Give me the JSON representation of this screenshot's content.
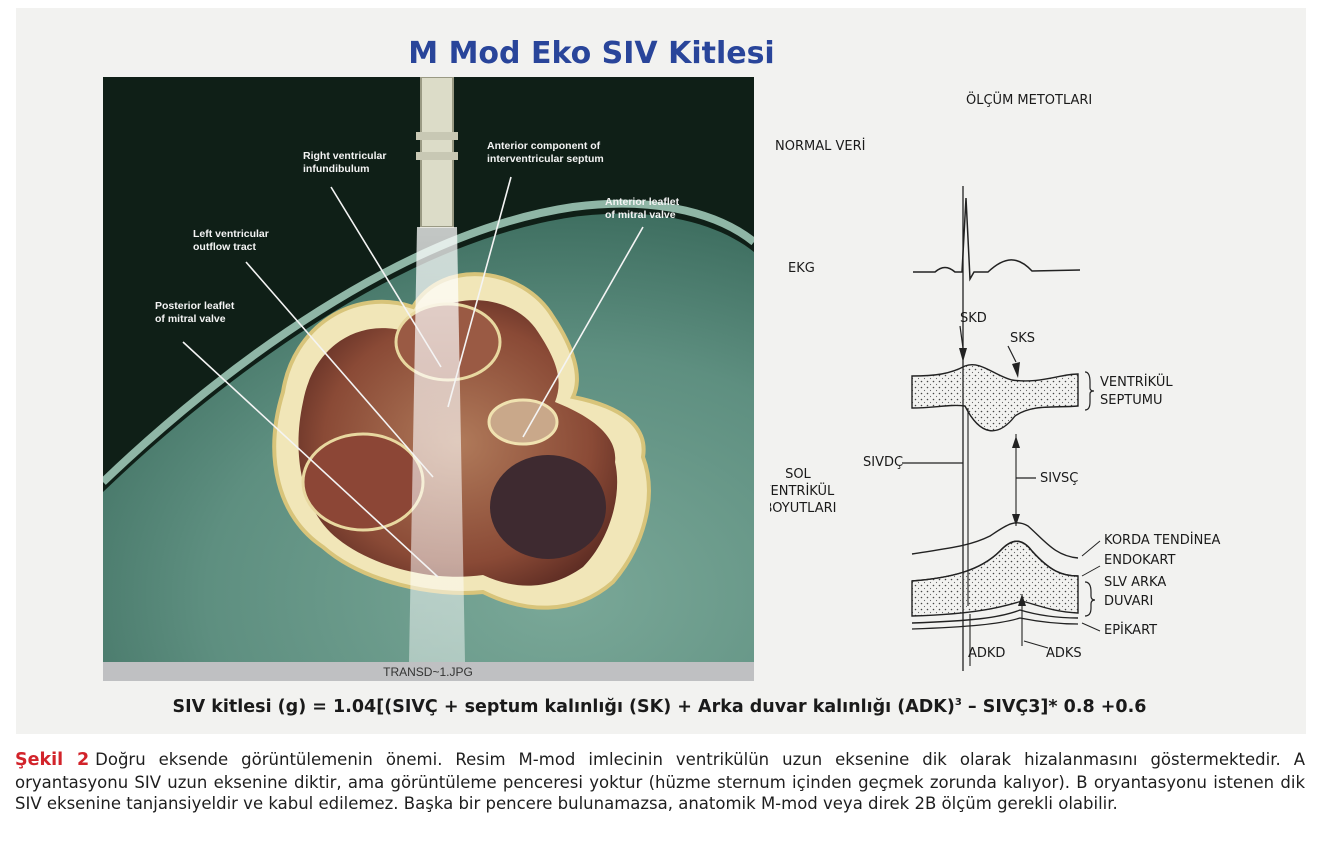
{
  "figure": {
    "title": "M Mod Eko SIV Kitlesi",
    "photo": {
      "filename": "TRANSD~1.JPG",
      "annotations": {
        "rv_infundibulum": [
          "Right ventricular",
          "infundibulum"
        ],
        "anterior_septum": [
          "Anterior component of",
          "interventricular septum"
        ],
        "lv_outflow": [
          "Left ventricular",
          "outflow tract"
        ],
        "anterior_leaflet": [
          "Anterior leaflet",
          "of mitral valve"
        ],
        "posterior_leaflet": [
          "Posterior leaflet",
          "of mitral valve"
        ]
      }
    },
    "diagram": {
      "header": "ÖLÇÜM METOTLARI",
      "normal": "NORMAL VERİ",
      "ekg": "EKG",
      "skd": "SKD",
      "sks": "SKS",
      "septum": [
        "VENTRİKÜL",
        "SEPTUMU"
      ],
      "lv_dims": [
        "SOL",
        "VENTRİKÜL",
        "BOYUTLARI"
      ],
      "sivdc": "SIVDÇ",
      "sivsc": "SIVSÇ",
      "korda": "KORDA TENDİNEA",
      "endokart": "ENDOKART",
      "slv_wall": [
        "SLV ARKA",
        "DUVARI"
      ],
      "epikart": "EPİKART",
      "adkd": "ADKD",
      "adks": "ADKS"
    },
    "formula_main": "SIV kitlesi (g) = 1.04[(SIVÇ + septum kalınlığı (SK) + Arka duvar kalınlığı (ADK)",
    "formula_sup": "3",
    "formula_tail": " – SIVÇ3]* 0.8 +0.6"
  },
  "caption": {
    "label": "Şekil 2",
    "text": "Doğru eksende görüntülemenin önemi. Resim M-mod imlecinin ventrikülün uzun eksenine dik olarak hizalanmasını göstermektedir. A oryantasyonu SIV uzun eksenine diktir, ama görüntüleme penceresi yoktur (hüzme sternum içinden geçmek zorunda kalıyor). B oryantasyonu istenen dik SIV eksenine tanjansiyeldir ve kabul edilemez. Başka bir pencere bulunamazsa, anatomik M-mod veya direk 2B ölçüm gerekli olabilir."
  }
}
